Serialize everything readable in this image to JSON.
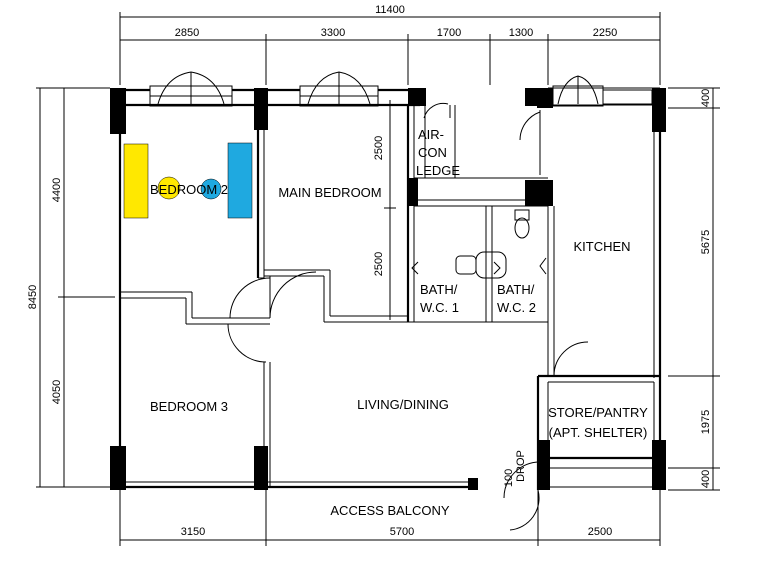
{
  "dimensions": {
    "overall_width": "11400",
    "top": [
      "2850",
      "3300",
      "1700",
      "1300",
      "2250"
    ],
    "bottom": [
      "3150",
      "5700",
      "2500"
    ],
    "left_overall": "8450",
    "left": [
      "4400",
      "4050"
    ],
    "right": [
      "400",
      "5675",
      "1975",
      "400"
    ],
    "inner": [
      "2500",
      "2500"
    ],
    "drop": [
      "100",
      "DROP"
    ]
  },
  "rooms": {
    "bedroom2": "BEDROOM 2",
    "main_bedroom": "MAIN BEDROOM",
    "air_con_ledge": [
      "AIR-",
      "CON",
      "LEDGE"
    ],
    "bath1": [
      "BATH/",
      "W.C. 1"
    ],
    "bath2": [
      "BATH/",
      "W.C. 2"
    ],
    "kitchen": "KITCHEN",
    "bedroom3": "BEDROOM 3",
    "living_dining": "LIVING/DINING",
    "store_pantry": [
      "STORE/PANTRY",
      "(APT. SHELTER)"
    ],
    "access_balcony": "ACCESS BALCONY"
  },
  "markers": {
    "colors": {
      "yellow": "#ffe800",
      "blue": "#1fa9e0"
    }
  }
}
